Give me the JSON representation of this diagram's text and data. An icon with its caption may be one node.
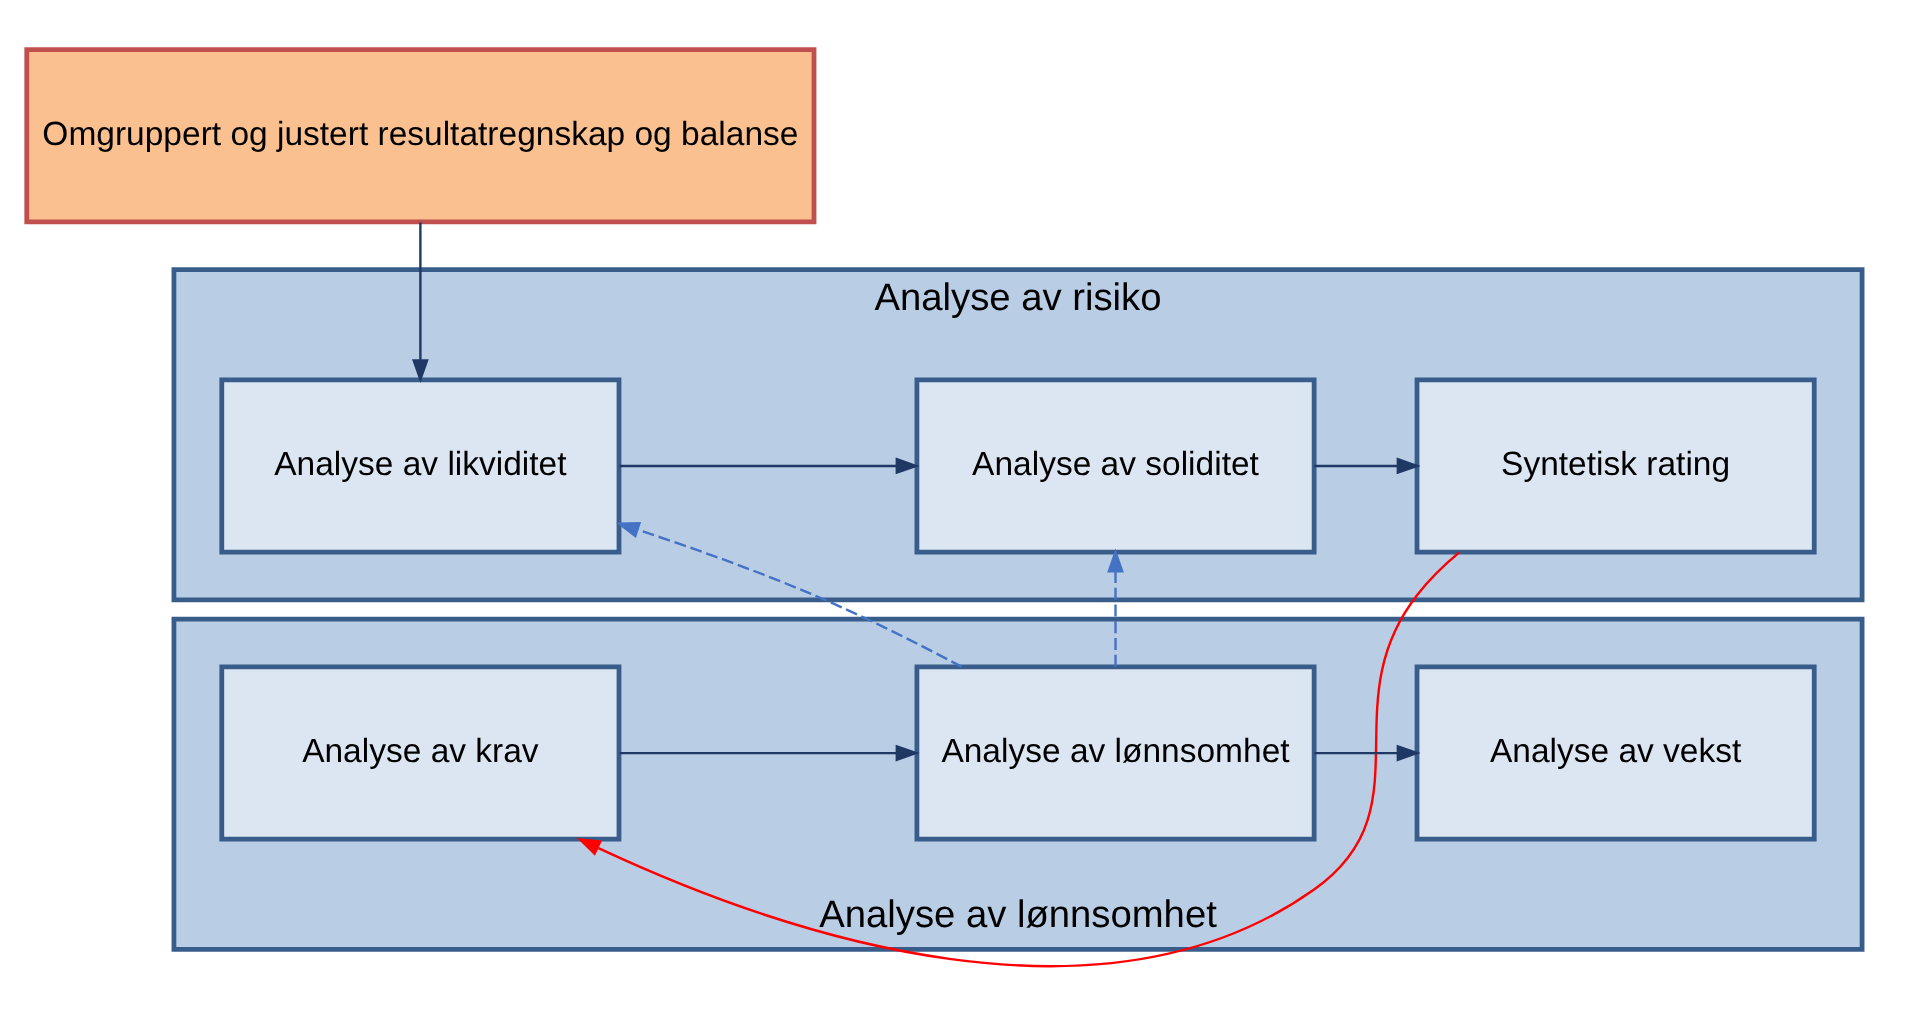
{
  "diagram": {
    "nodes": [
      {
        "text": [
          "Analyse av risiko"
        ]
      },
      {
        "text": [
          "Omgruppert og justert resultatregnskap og balanse"
        ]
      },
      {
        "text": [
          "Analyse av likviditet"
        ],
        "in": 0
      },
      {
        "text": [
          "Analyse av soliditet"
        ],
        "in": 0
      },
      {
        "text": [
          "Syntetisk rating"
        ],
        "in": 0
      },
      {
        "text": [
          "Analyse av lønnsomhet"
        ]
      },
      {
        "text": [
          "Analyse av krav"
        ],
        "in": 5
      },
      {
        "text": [
          "Analyse av lønnsomhet"
        ],
        "in": 5
      },
      {
        "text": [
          "Analyse av vekst"
        ],
        "in": 5
      }
    ],
    "edges": [
      {
        "from": 1,
        "to": 2,
        "arrow": "to"
      },
      {
        "from": 2,
        "to": 3,
        "arrow": "to"
      },
      {
        "from": 3,
        "to": 4,
        "arrow": "to"
      },
      {
        "from": 4,
        "to": 6,
        "arrow": "to",
        "color": "#ff0000"
      },
      {
        "from": 6,
        "to": 7,
        "arrow": "to"
      },
      {
        "from": 7,
        "to": 8,
        "arrow": "to"
      },
      {
        "from": 7,
        "to": 2,
        "arrow": "to",
        "style": "dashed",
        "color": "#4472c4"
      },
      {
        "from": 7,
        "to": 3,
        "arrow": "to",
        "style": "dashed",
        "color": "#4472c4"
      }
    ]
  }
}
